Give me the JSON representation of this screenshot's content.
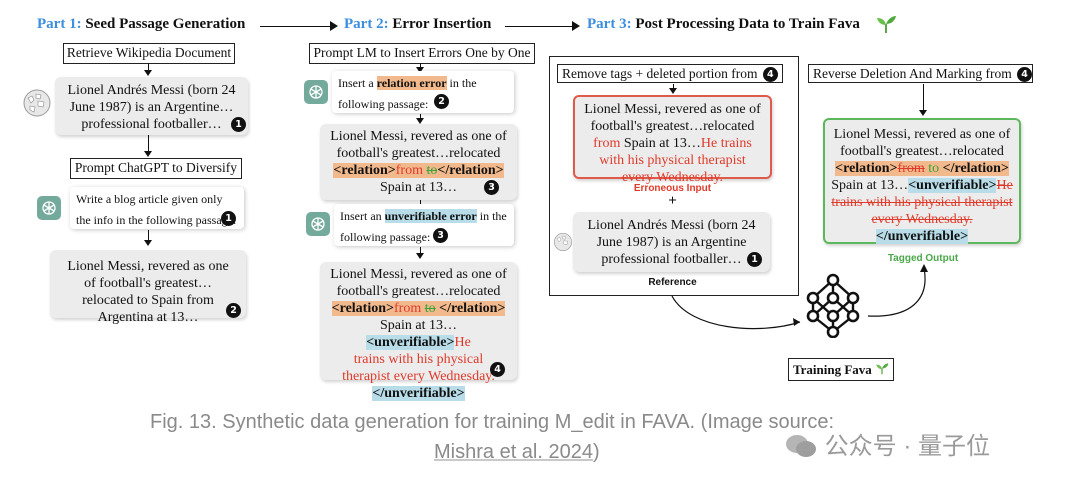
{
  "headers": {
    "part1": {
      "num": "Part 1:",
      "title": "Seed Passage Generation"
    },
    "part2": {
      "num": "Part 2:",
      "title": "Error Insertion"
    },
    "part3": {
      "num": "Part 3:",
      "title": "Post Processing Data to Train Fava"
    }
  },
  "part1": {
    "retrieve_label": "Retrieve Wikipedia Document",
    "seed_text": "Lionel Andrés Messi (born 24 June 1987) is an Argentine… professional footballer…",
    "diversify_label": "Prompt ChatGPT to Diversify",
    "prompt_text": "Write a blog article given only the info in the following passage:",
    "blog_text": "Lionel Messi, revered as one of football's greatest…relocated to Spain from Argentina at 13…"
  },
  "part2": {
    "title_label": "Prompt LM to Insert Errors One by One",
    "prompt1": {
      "a": "Insert a ",
      "err": "relation error",
      "b": " in the following passage:"
    },
    "passage3": {
      "l1": "Lionel Messi, revered as one of",
      "l2": "football's greatest…relocated",
      "tag_open": "<relation>",
      "from": "from",
      "to": "to",
      "tag_close": "</relation>",
      "l4": "Spain at 13…"
    },
    "prompt2": {
      "a": "Insert an ",
      "err": "unverifiable error",
      "b": " in the following passage:"
    },
    "passage4": {
      "l1": "Lionel Messi, revered as one of",
      "l2": "football's greatest…relocated",
      "tag_open": "<relation>",
      "from": "from",
      "to": "to",
      "tag_close": "</relation>",
      "spain": "Spain at 13…",
      "unv_open": "<unverifiable>",
      "he": "He",
      "err": "trains with his physical therapist every Wednesday.",
      "unv_close": "</unverifiable>"
    }
  },
  "part3": {
    "remove_label": "Remove tags + deleted portion from",
    "erroneous_text_a": "Lionel Messi, revered as one of football's greatest…relocated ",
    "erroneous_from": "from",
    "erroneous_text_b": " Spain at 13…",
    "erroneous_red": "He trains with his physical therapist every Wednesday.",
    "erroneous_caption": "Erroneous Input",
    "plus": "+",
    "reference_text": "Lionel Andrés Messi (born 24 June 1987) is an Argentine professional footballer…",
    "reference_caption": "Reference",
    "reverse_label": "Reverse Deletion And Marking from",
    "tagged": {
      "l1": "Lionel Messi, revered as one of",
      "l2": "football's greatest…relocated",
      "tag_open": "<relation>",
      "from": "from",
      "to": "to",
      "tag_close": "</relation>",
      "spain": "Spain at 13…",
      "unv_open": "<unverifiable>",
      "he": "He",
      "err": "trains with his physical therapist every Wednesday.",
      "unv_close": "</unverifiable>"
    },
    "tagged_caption": "Tagged Output",
    "training_label": "Training Fava"
  },
  "nums": {
    "n1": "1",
    "n2": "2",
    "n3": "3",
    "n4": "4"
  },
  "caption": {
    "text": "Fig. 13. Synthetic data generation for training M_edit in FAVA. (Image source:",
    "link": "Mishra et al. 2024",
    "end": ")",
    "watermark": "公众号 · 量子位"
  },
  "colors": {
    "part_blue": "#3b8ee0",
    "relation": "#f2b98c",
    "unverifiable": "#b8dce8",
    "error_red": "#e03a2a",
    "tagged_green": "#5cb85c"
  }
}
